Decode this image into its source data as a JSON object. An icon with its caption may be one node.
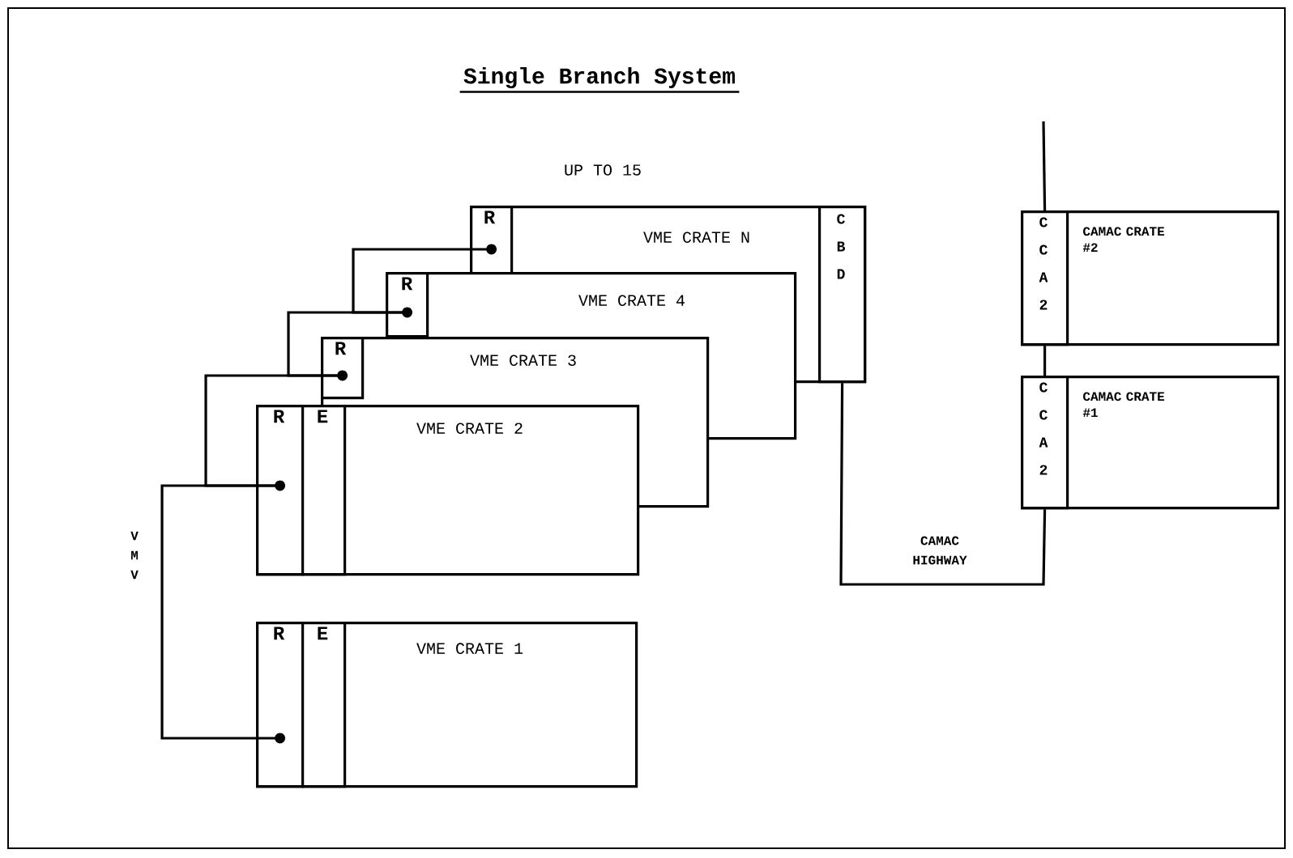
{
  "diagram": {
    "title": "Single Branch System",
    "nodes": [
      {
        "text": [
          "VME CRATE N"
        ]
      },
      {
        "text": [
          "R"
        ],
        "in": 0
      },
      {
        "text": [
          "C B D"
        ],
        "in": 0
      },
      {
        "text": [
          "VME CRATE 4"
        ]
      },
      {
        "text": [
          "R"
        ],
        "in": 3
      },
      {
        "text": [
          "VME CRATE 3"
        ]
      },
      {
        "text": [
          "R"
        ],
        "in": 5
      },
      {
        "text": [
          "VME CRATE 2"
        ]
      },
      {
        "text": [
          "R"
        ],
        "in": 7
      },
      {
        "text": [
          "E"
        ],
        "in": 7
      },
      {
        "text": [
          "VME CRATE 1"
        ]
      },
      {
        "text": [
          "R"
        ],
        "in": 10
      },
      {
        "text": [
          "E"
        ],
        "in": 10
      },
      {
        "text": [
          "CAMAC CRATE #2"
        ]
      },
      {
        "text": [
          "C C A 2"
        ],
        "in": 13
      },
      {
        "text": [
          "CAMAC CRATE #1"
        ]
      },
      {
        "text": [
          "C C A 2"
        ],
        "in": 15
      }
    ],
    "edges": [
      {
        "from": 1,
        "to": 4,
        "arrow": "none"
      },
      {
        "from": 4,
        "to": 6,
        "arrow": "none"
      },
      {
        "from": 6,
        "to": 8,
        "arrow": "none"
      },
      {
        "from": 8,
        "to": 11,
        "arrow": "none",
        "label": "V M V"
      },
      {
        "from": 2,
        "to": 16,
        "arrow": "none",
        "label": "CAMAC HIGHWAY"
      },
      {
        "from": 16,
        "to": 14,
        "arrow": "none"
      },
      {
        "from": null,
        "to": 14,
        "arrow": "none"
      }
    ],
    "labels": [
      "UP TO 15"
    ]
  }
}
